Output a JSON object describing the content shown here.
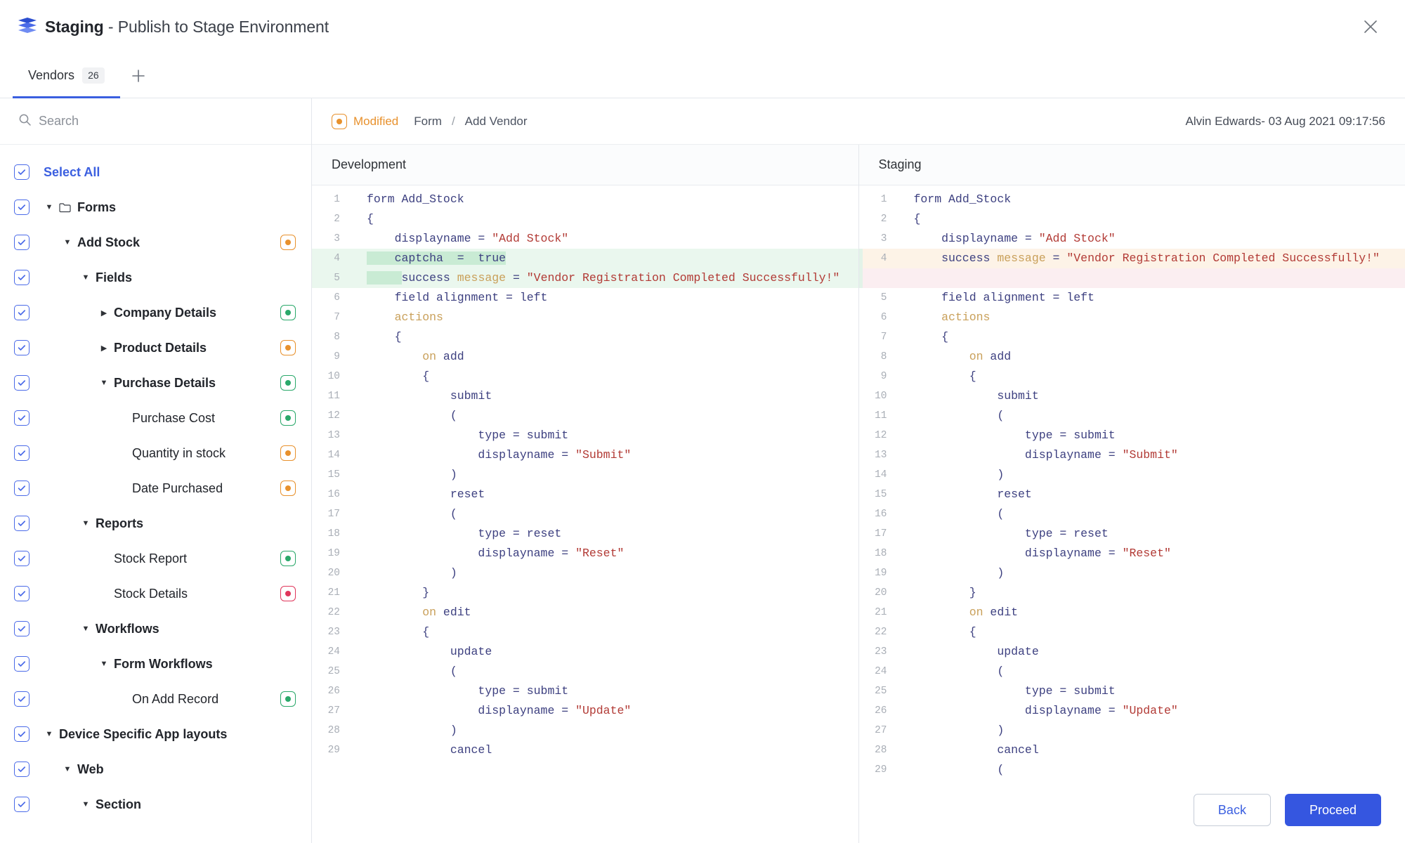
{
  "titlebar": {
    "app_icon": "layers-stack-icon",
    "title": "Staging",
    "subtitle": " - Publish to Stage Environment",
    "close_icon": "close-icon"
  },
  "tabs": {
    "items": [
      {
        "label": "Vendors",
        "count": "26",
        "active": true
      }
    ],
    "add_icon": "plus-icon"
  },
  "sidebar": {
    "search": {
      "placeholder": "Search",
      "value": "",
      "icon": "search-icon"
    },
    "select_all": {
      "label": "Select All",
      "checked": true
    },
    "tree": [
      {
        "label": "Forms",
        "indent": 0,
        "caret": "down",
        "folder": true,
        "checked": true,
        "bold": true,
        "status": ""
      },
      {
        "label": "Add Stock",
        "indent": 1,
        "caret": "down",
        "folder": false,
        "checked": true,
        "bold": true,
        "status": "orange"
      },
      {
        "label": "Fields",
        "indent": 2,
        "caret": "down",
        "folder": false,
        "checked": true,
        "bold": true,
        "status": ""
      },
      {
        "label": "Company Details",
        "indent": 3,
        "caret": "right",
        "folder": false,
        "checked": true,
        "bold": true,
        "status": "green"
      },
      {
        "label": "Product Details",
        "indent": 3,
        "caret": "right",
        "folder": false,
        "checked": true,
        "bold": true,
        "status": "orange"
      },
      {
        "label": "Purchase Details",
        "indent": 3,
        "caret": "down",
        "folder": false,
        "checked": true,
        "bold": true,
        "status": "green"
      },
      {
        "label": "Purchase Cost",
        "indent": 4,
        "caret": "none",
        "folder": false,
        "checked": true,
        "bold": false,
        "status": "green"
      },
      {
        "label": "Quantity in stock",
        "indent": 4,
        "caret": "none",
        "folder": false,
        "checked": true,
        "bold": false,
        "status": "orange"
      },
      {
        "label": "Date Purchased",
        "indent": 4,
        "caret": "none",
        "folder": false,
        "checked": true,
        "bold": false,
        "status": "orange"
      },
      {
        "label": "Reports",
        "indent": 2,
        "caret": "down",
        "folder": false,
        "checked": true,
        "bold": true,
        "status": ""
      },
      {
        "label": "Stock Report",
        "indent": 3,
        "caret": "none",
        "folder": false,
        "checked": true,
        "bold": false,
        "status": "green"
      },
      {
        "label": "Stock Details",
        "indent": 3,
        "caret": "none",
        "folder": false,
        "checked": true,
        "bold": false,
        "status": "red"
      },
      {
        "label": "Workflows",
        "indent": 2,
        "caret": "down",
        "folder": false,
        "checked": true,
        "bold": true,
        "status": ""
      },
      {
        "label": "Form Workflows",
        "indent": 3,
        "caret": "down",
        "folder": false,
        "checked": true,
        "bold": true,
        "status": ""
      },
      {
        "label": "On Add Record",
        "indent": 4,
        "caret": "none",
        "folder": false,
        "checked": true,
        "bold": false,
        "status": "green"
      },
      {
        "label": "Device Specific App layouts",
        "indent": 0,
        "caret": "down",
        "folder": false,
        "checked": true,
        "bold": true,
        "status": ""
      },
      {
        "label": "Web",
        "indent": 1,
        "caret": "down",
        "folder": false,
        "checked": true,
        "bold": true,
        "status": ""
      },
      {
        "label": "Section",
        "indent": 2,
        "caret": "down",
        "folder": false,
        "checked": true,
        "bold": true,
        "status": ""
      }
    ]
  },
  "breadcrumb": {
    "status_label": "Modified",
    "status_icon": "modified-dot-icon",
    "items": [
      "Form",
      "Add Vendor"
    ],
    "separator": "/",
    "meta": "Alvin Edwards- 03 Aug 2021 09:17:56"
  },
  "panes": [
    {
      "title": "Development",
      "lines": [
        {
          "n": "1",
          "state": "",
          "parts": [
            [
              "plain",
              "form "
            ],
            [
              "plain",
              "Add_Stock"
            ]
          ]
        },
        {
          "n": "2",
          "state": "",
          "parts": [
            [
              "plain",
              "{"
            ]
          ]
        },
        {
          "n": "3",
          "state": "",
          "parts": [
            [
              "plain",
              "    displayname = "
            ],
            [
              "str",
              "\"Add Stock\""
            ]
          ]
        },
        {
          "n": "4",
          "state": "add",
          "parts": [
            [
              "hl",
              "    captcha  =  true"
            ]
          ]
        },
        {
          "n": "5",
          "state": "add",
          "parts": [
            [
              "hlblank",
              "     "
            ],
            [
              "plain",
              "success "
            ],
            [
              "attr",
              "message "
            ],
            [
              "plain",
              "= "
            ],
            [
              "str",
              "\"Vendor Registration Completed Successfully!\""
            ]
          ]
        },
        {
          "n": "6",
          "state": "",
          "parts": [
            [
              "plain",
              "    field alignment = left"
            ]
          ]
        },
        {
          "n": "7",
          "state": "",
          "parts": [
            [
              "attr",
              "    actions"
            ]
          ]
        },
        {
          "n": "8",
          "state": "",
          "parts": [
            [
              "plain",
              "    {"
            ]
          ]
        },
        {
          "n": "9",
          "state": "",
          "parts": [
            [
              "attr",
              "        on "
            ],
            [
              "plain",
              "add"
            ]
          ]
        },
        {
          "n": "10",
          "state": "",
          "parts": [
            [
              "plain",
              "        {"
            ]
          ]
        },
        {
          "n": "11",
          "state": "",
          "parts": [
            [
              "plain",
              "            submit"
            ]
          ]
        },
        {
          "n": "12",
          "state": "",
          "parts": [
            [
              "plain",
              "            ("
            ]
          ]
        },
        {
          "n": "13",
          "state": "",
          "parts": [
            [
              "plain",
              "                type = submit"
            ]
          ]
        },
        {
          "n": "14",
          "state": "",
          "parts": [
            [
              "plain",
              "                displayname = "
            ],
            [
              "str",
              "\"Submit\""
            ]
          ]
        },
        {
          "n": "15",
          "state": "",
          "parts": [
            [
              "plain",
              "            )"
            ]
          ]
        },
        {
          "n": "16",
          "state": "",
          "parts": [
            [
              "plain",
              "            reset"
            ]
          ]
        },
        {
          "n": "17",
          "state": "",
          "parts": [
            [
              "plain",
              "            ("
            ]
          ]
        },
        {
          "n": "18",
          "state": "",
          "parts": [
            [
              "plain",
              "                type = reset"
            ]
          ]
        },
        {
          "n": "19",
          "state": "",
          "parts": [
            [
              "plain",
              "                displayname = "
            ],
            [
              "str",
              "\"Reset\""
            ]
          ]
        },
        {
          "n": "20",
          "state": "",
          "parts": [
            [
              "plain",
              "            )"
            ]
          ]
        },
        {
          "n": "21",
          "state": "",
          "parts": [
            [
              "plain",
              "        }"
            ]
          ]
        },
        {
          "n": "22",
          "state": "",
          "parts": [
            [
              "attr",
              "        on "
            ],
            [
              "plain",
              "edit"
            ]
          ]
        },
        {
          "n": "23",
          "state": "",
          "parts": [
            [
              "plain",
              "        {"
            ]
          ]
        },
        {
          "n": "24",
          "state": "",
          "parts": [
            [
              "plain",
              "            update"
            ]
          ]
        },
        {
          "n": "25",
          "state": "",
          "parts": [
            [
              "plain",
              "            ("
            ]
          ]
        },
        {
          "n": "26",
          "state": "",
          "parts": [
            [
              "plain",
              "                type = submit"
            ]
          ]
        },
        {
          "n": "27",
          "state": "",
          "parts": [
            [
              "plain",
              "                displayname = "
            ],
            [
              "str",
              "\"Update\""
            ]
          ]
        },
        {
          "n": "28",
          "state": "",
          "parts": [
            [
              "plain",
              "            )"
            ]
          ]
        },
        {
          "n": "29",
          "state": "",
          "parts": [
            [
              "plain",
              "            cancel"
            ]
          ]
        }
      ]
    },
    {
      "title": "Staging",
      "lines": [
        {
          "n": "1",
          "state": "",
          "parts": [
            [
              "plain",
              "form "
            ],
            [
              "plain",
              "Add_Stock"
            ]
          ]
        },
        {
          "n": "2",
          "state": "",
          "parts": [
            [
              "plain",
              "{"
            ]
          ]
        },
        {
          "n": "3",
          "state": "",
          "parts": [
            [
              "plain",
              "    displayname = "
            ],
            [
              "str",
              "\"Add Stock\""
            ]
          ]
        },
        {
          "n": "4",
          "state": "del",
          "gutter": "add",
          "parts": [
            [
              "plain",
              "    success "
            ],
            [
              "attr",
              "message "
            ],
            [
              "plain",
              "= "
            ],
            [
              "str",
              "\"Vendor Registration Completed Successfully!\""
            ]
          ]
        },
        {
          "n": "",
          "state": "blank-del",
          "gutter": "add",
          "parts": [
            [
              "plain",
              ""
            ]
          ]
        },
        {
          "n": "5",
          "state": "",
          "parts": [
            [
              "plain",
              "    field alignment = left"
            ]
          ]
        },
        {
          "n": "6",
          "state": "",
          "parts": [
            [
              "attr",
              "    actions"
            ]
          ]
        },
        {
          "n": "7",
          "state": "",
          "parts": [
            [
              "plain",
              "    {"
            ]
          ]
        },
        {
          "n": "8",
          "state": "",
          "parts": [
            [
              "attr",
              "        on "
            ],
            [
              "plain",
              "add"
            ]
          ]
        },
        {
          "n": "9",
          "state": "",
          "parts": [
            [
              "plain",
              "        {"
            ]
          ]
        },
        {
          "n": "10",
          "state": "",
          "parts": [
            [
              "plain",
              "            submit"
            ]
          ]
        },
        {
          "n": "11",
          "state": "",
          "parts": [
            [
              "plain",
              "            ("
            ]
          ]
        },
        {
          "n": "12",
          "state": "",
          "parts": [
            [
              "plain",
              "                type = submit"
            ]
          ]
        },
        {
          "n": "13",
          "state": "",
          "parts": [
            [
              "plain",
              "                displayname = "
            ],
            [
              "str",
              "\"Submit\""
            ]
          ]
        },
        {
          "n": "14",
          "state": "",
          "parts": [
            [
              "plain",
              "            )"
            ]
          ]
        },
        {
          "n": "15",
          "state": "",
          "parts": [
            [
              "plain",
              "            reset"
            ]
          ]
        },
        {
          "n": "16",
          "state": "",
          "parts": [
            [
              "plain",
              "            ("
            ]
          ]
        },
        {
          "n": "17",
          "state": "",
          "parts": [
            [
              "plain",
              "                type = reset"
            ]
          ]
        },
        {
          "n": "18",
          "state": "",
          "parts": [
            [
              "plain",
              "                displayname = "
            ],
            [
              "str",
              "\"Reset\""
            ]
          ]
        },
        {
          "n": "19",
          "state": "",
          "parts": [
            [
              "plain",
              "            )"
            ]
          ]
        },
        {
          "n": "20",
          "state": "",
          "parts": [
            [
              "plain",
              "        }"
            ]
          ]
        },
        {
          "n": "21",
          "state": "",
          "parts": [
            [
              "attr",
              "        on "
            ],
            [
              "plain",
              "edit"
            ]
          ]
        },
        {
          "n": "22",
          "state": "",
          "parts": [
            [
              "plain",
              "        {"
            ]
          ]
        },
        {
          "n": "23",
          "state": "",
          "parts": [
            [
              "plain",
              "            update"
            ]
          ]
        },
        {
          "n": "24",
          "state": "",
          "parts": [
            [
              "plain",
              "            ("
            ]
          ]
        },
        {
          "n": "25",
          "state": "",
          "parts": [
            [
              "plain",
              "                type = submit"
            ]
          ]
        },
        {
          "n": "26",
          "state": "",
          "parts": [
            [
              "plain",
              "                displayname = "
            ],
            [
              "str",
              "\"Update\""
            ]
          ]
        },
        {
          "n": "27",
          "state": "",
          "parts": [
            [
              "plain",
              "            )"
            ]
          ]
        },
        {
          "n": "28",
          "state": "",
          "parts": [
            [
              "plain",
              "            cancel"
            ]
          ]
        },
        {
          "n": "29",
          "state": "",
          "parts": [
            [
              "plain",
              "            ("
            ]
          ]
        }
      ]
    }
  ],
  "footer": {
    "back_label": "Back",
    "proceed_label": "Proceed"
  },
  "colors": {
    "accent": "#3556e0",
    "link": "#3b5fe0",
    "status_green": "#2aa86a",
    "status_orange": "#e8912d",
    "status_red": "#e0365b",
    "diff_add_bg": "#eaf7ee",
    "diff_del_bg": "#fdf3e7",
    "diff_blank_del_bg": "#fbeef1"
  }
}
